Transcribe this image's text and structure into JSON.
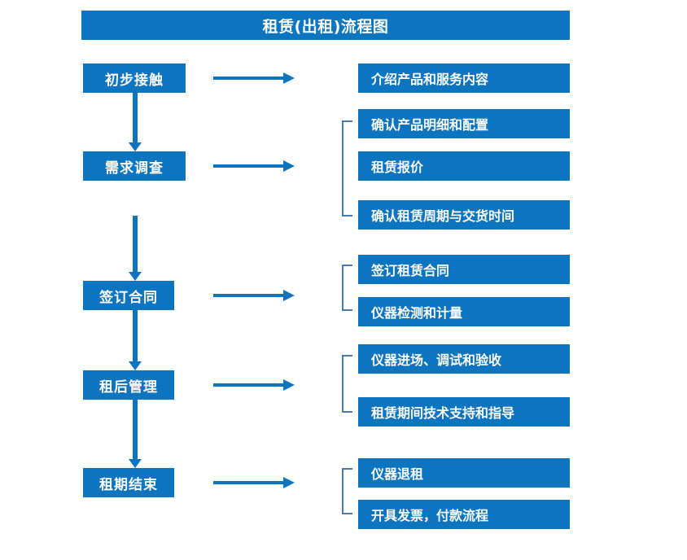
{
  "chart_data": {
    "type": "diagram",
    "title": "租赁(出租)流程图",
    "diagram_kind": "flowchart",
    "orientation": "vertical-stages-with-right-details",
    "stages": [
      {
        "label": "初步接触",
        "details": [
          "介绍产品和服务内容"
        ]
      },
      {
        "label": "需求调查",
        "details": [
          "确认产品明细和配置",
          "租赁报价",
          "确认租赁周期与交货时间"
        ]
      },
      {
        "label": "签订合同",
        "details": [
          "签订租赁合同",
          "仪器检测和计量"
        ]
      },
      {
        "label": "租后管理",
        "details": [
          "仪器进场、调试和验收",
          "租赁期间技术支持和指导"
        ]
      },
      {
        "label": "租期结束",
        "details": [
          "仪器退租",
          "开具发票，付款流程"
        ]
      }
    ]
  },
  "header": {
    "title": "租赁(出租)流程图"
  },
  "colors": {
    "box_fill": "#0d74bf",
    "box_text": "#ffffff",
    "arrow": "#1073be",
    "bracket": "#4a7ba8",
    "background": "#ffffff"
  },
  "stages": [
    {
      "label": "初步接触"
    },
    {
      "label": "需求调查"
    },
    {
      "label": "签订合同"
    },
    {
      "label": "租后管理"
    },
    {
      "label": "租期结束"
    }
  ],
  "details": [
    {
      "label": "介绍产品和服务内容"
    },
    {
      "label": "确认产品明细和配置"
    },
    {
      "label": "租赁报价"
    },
    {
      "label": "确认租赁周期与交货时间"
    },
    {
      "label": "签订租赁合同"
    },
    {
      "label": "仪器检测和计量"
    },
    {
      "label": "仪器进场、调试和验收"
    },
    {
      "label": "租赁期间技术支持和指导"
    },
    {
      "label": "仪器退租"
    },
    {
      "label": "开具发票，付款流程"
    }
  ],
  "connectors": {
    "right_arrow_icon": "arrow-right-icon",
    "down_arrow_icon": "arrow-down-icon",
    "bracket_icon": "bracket-connector-icon"
  }
}
